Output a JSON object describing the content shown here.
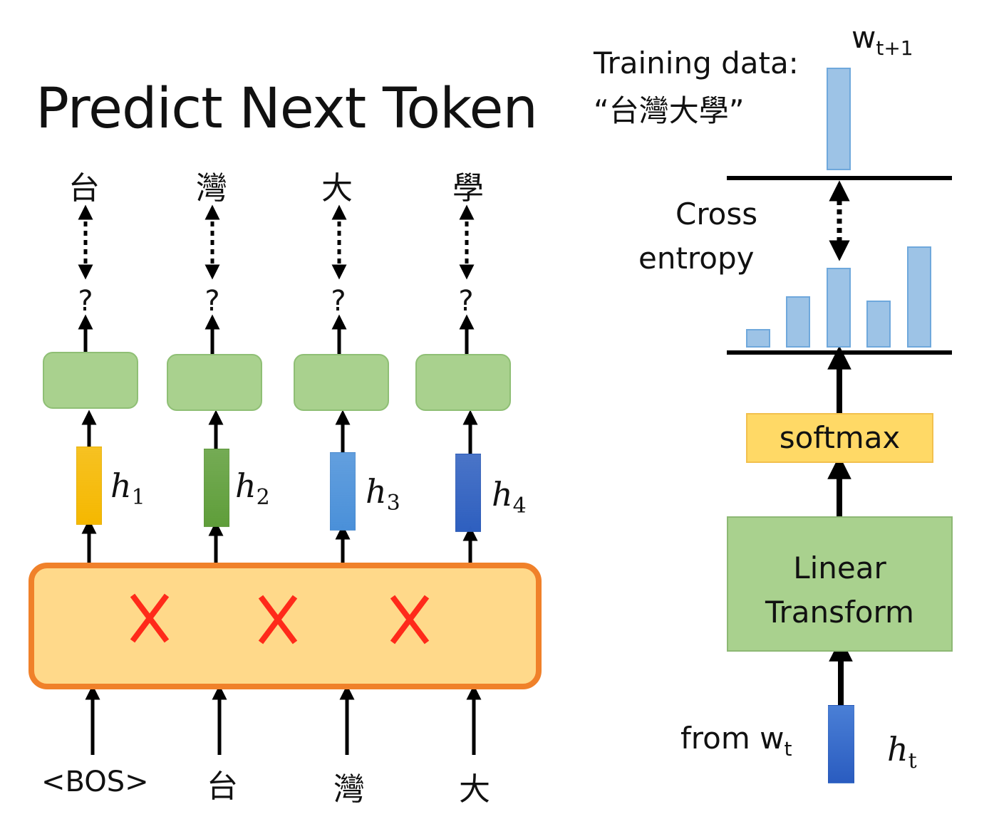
{
  "title": "Predict Next Token",
  "left": {
    "targets": [
      "台",
      "灣",
      "大",
      "學"
    ],
    "predictions": [
      "?",
      "?",
      "?",
      "?"
    ],
    "hidden_labels": [
      {
        "base": "h",
        "sub": "1"
      },
      {
        "base": "h",
        "sub": "2"
      },
      {
        "base": "h",
        "sub": "3"
      },
      {
        "base": "h",
        "sub": "4"
      }
    ],
    "hidden_colors": [
      "#f5b800",
      "#5f9e3a",
      "#4a90d9",
      "#2e5fbf"
    ],
    "inputs": [
      "<BOS>",
      "台",
      "灣",
      "大"
    ],
    "mask_mark": "✕",
    "mask_color": "#ff2a1a"
  },
  "right": {
    "training_label": "Training data:",
    "training_text": "“台灣大學”",
    "target_label": {
      "base": "w",
      "sub": "t+1"
    },
    "cross_entropy_line1": "Cross",
    "cross_entropy_line2": "entropy",
    "softmax_label": "softmax",
    "linear_line1": "Linear",
    "linear_line2": "Transform",
    "from_label": {
      "base": "from w",
      "sub": "t"
    },
    "ht_label": {
      "base": "h",
      "sub": "t"
    },
    "target_distribution": [
      0,
      0,
      1,
      0,
      0
    ],
    "predicted_distribution": [
      0.12,
      0.35,
      0.55,
      0.32,
      0.7
    ],
    "bar_color": "#9dc3e6"
  }
}
